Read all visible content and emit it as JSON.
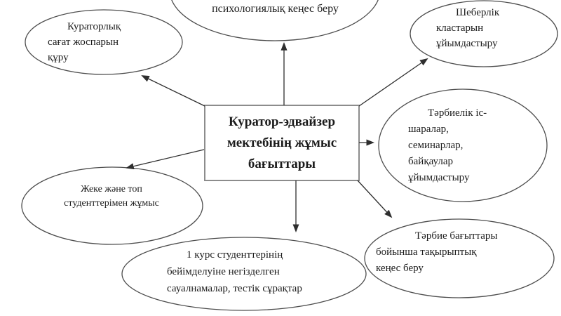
{
  "diagram": {
    "title_node": {
      "lines": [
        "Куратор-эдвайзер",
        "мектебінің жұмыс",
        "бағыттары"
      ]
    },
    "nodes": {
      "psych": {
        "lines": [
          "психологиялық кеңес беру"
        ]
      },
      "curator_plan": {
        "lines": [
          "Кураторлық",
          "сағат жоспарын",
          "құру"
        ]
      },
      "master_classes": {
        "lines": [
          "Шеберлік",
          "кластарын",
          "ұйымдастыру"
        ]
      },
      "events": {
        "lines": [
          "Тәрбиелік іс-",
          "шаралар,",
          "семинарлар,",
          "байқаулар",
          "ұйымдастыру"
        ]
      },
      "thematic": {
        "lines": [
          "Тәрбие бағыттары",
          "бойынша тақырыптық",
          "кеңес беру"
        ]
      },
      "surveys": {
        "lines": [
          "1 курс студенттерінің",
          "бейімделуіне негізделген",
          "сауалнамалар, тестік сұрақтар"
        ]
      },
      "individual_group": {
        "lines": [
          "Жеке және топ",
          "студенттерімен жұмыс"
        ]
      }
    },
    "colors": {
      "background": "#ffffff",
      "text": "#1c1c1c",
      "ellipse_stroke": "#4d4d4d",
      "box_border": "#8c8c8c",
      "arrow": "#2e2e2e"
    }
  }
}
